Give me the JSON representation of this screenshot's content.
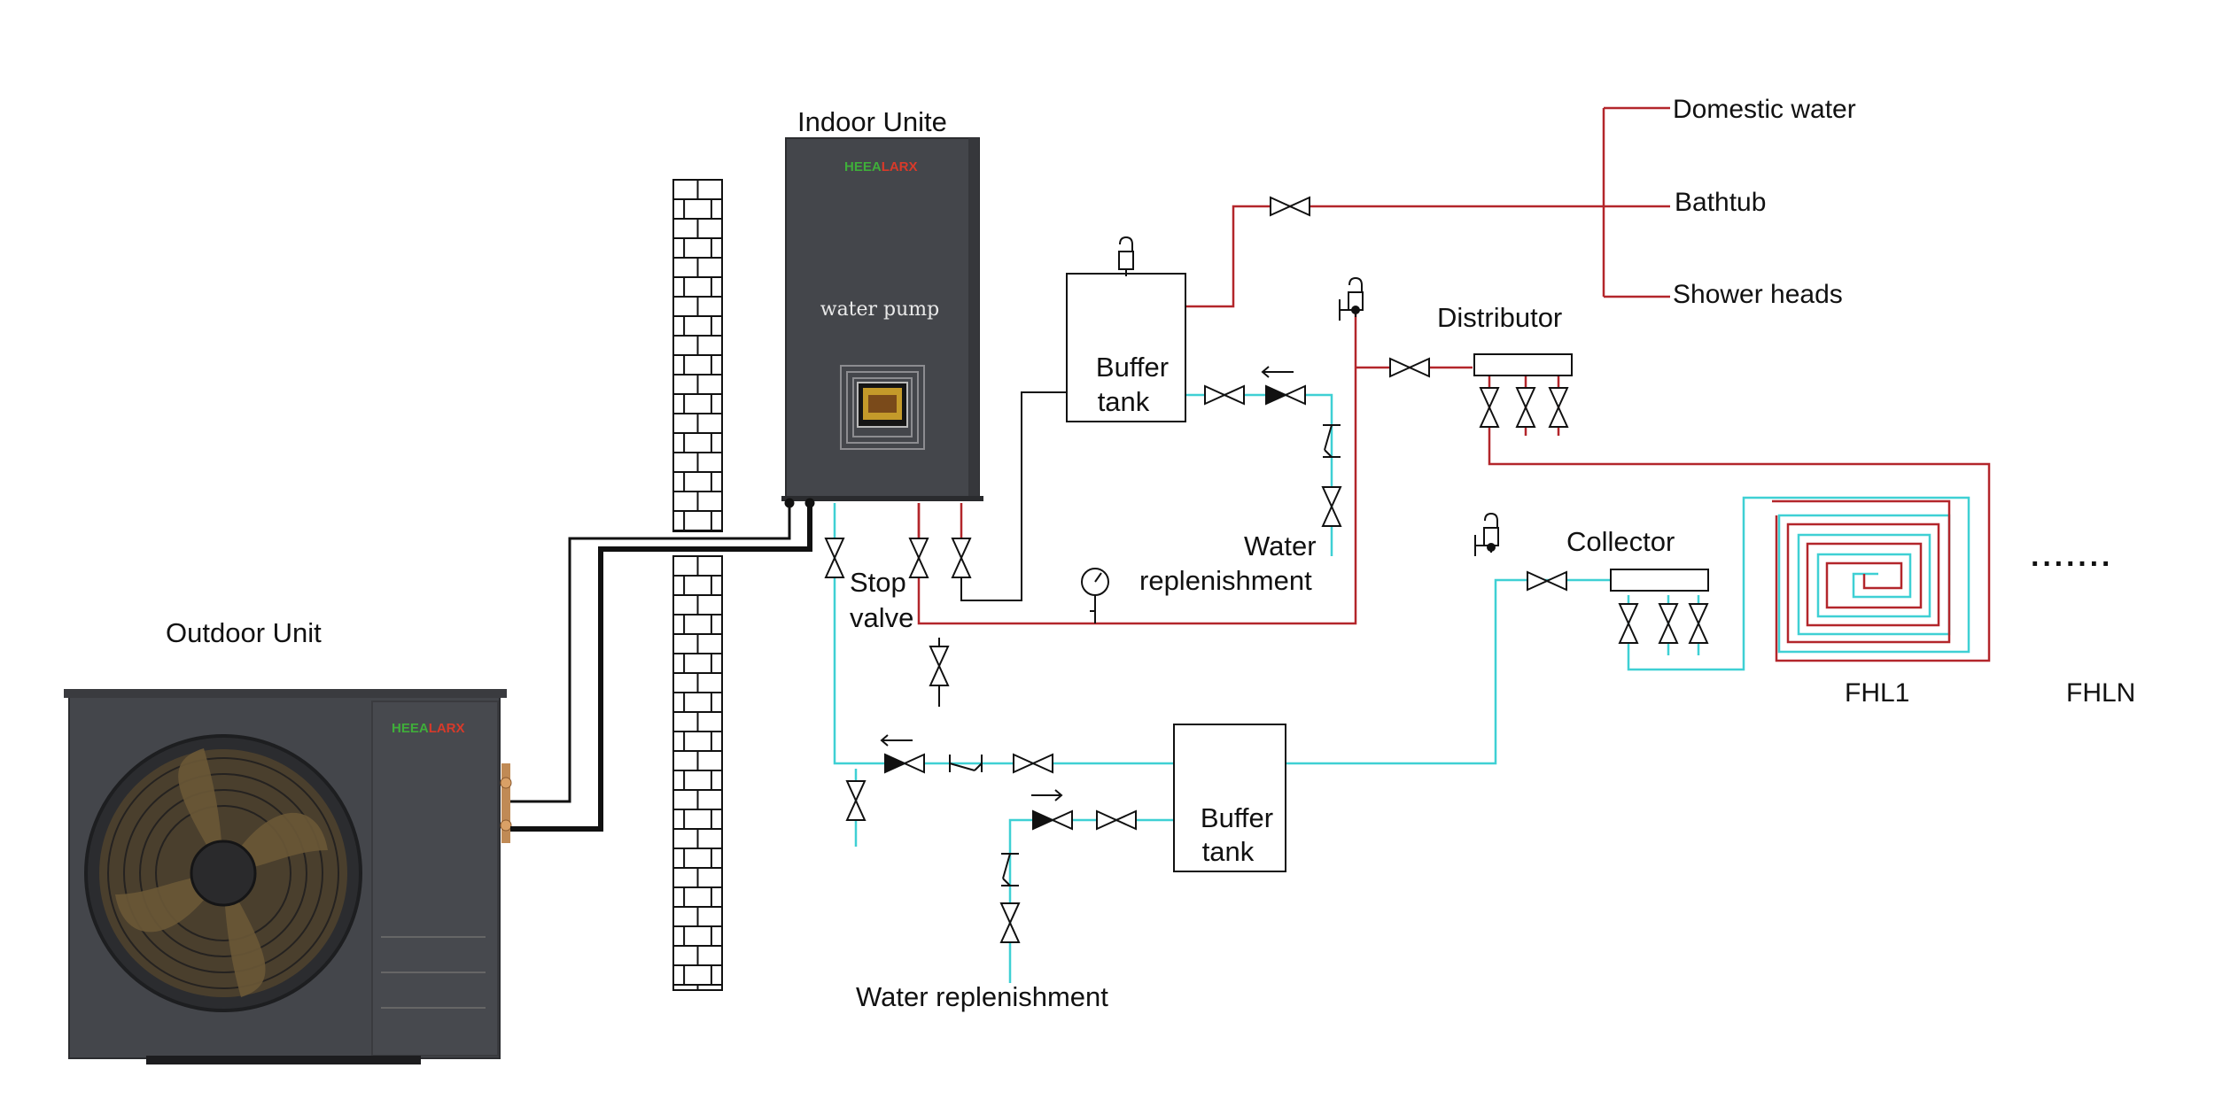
{
  "labels": {
    "indoor_unit": "Indoor Unite",
    "outdoor_unit": "Outdoor Unit",
    "water_pump": "water pump",
    "buffer_tank_1_line1": "Buffer",
    "buffer_tank_1_line2": "tank",
    "buffer_tank_2_line1": "Buffer",
    "buffer_tank_2_line2": "tank",
    "domestic_water": "Domestic water",
    "bathtub": "Bathtub",
    "shower_heads": "Shower heads",
    "distributor": "Distributor",
    "collector": "Collector",
    "water_replenishment_1_line1": "Water",
    "water_replenishment_1_line2": "replenishment",
    "water_replenishment_2": "Water replenishment",
    "stop_valve_line1": "Stop",
    "stop_valve_line2": "valve",
    "fhl1": "FHL1",
    "fhln": "FHLN",
    "ellipsis": "·······"
  },
  "brand": {
    "part1": "HEEA",
    "part2": "LARX"
  },
  "colors": {
    "hot_pipe": "#b3262b",
    "cold_pipe": "#3fd0d4",
    "unit_body": "#44464b",
    "line": "#111111"
  }
}
